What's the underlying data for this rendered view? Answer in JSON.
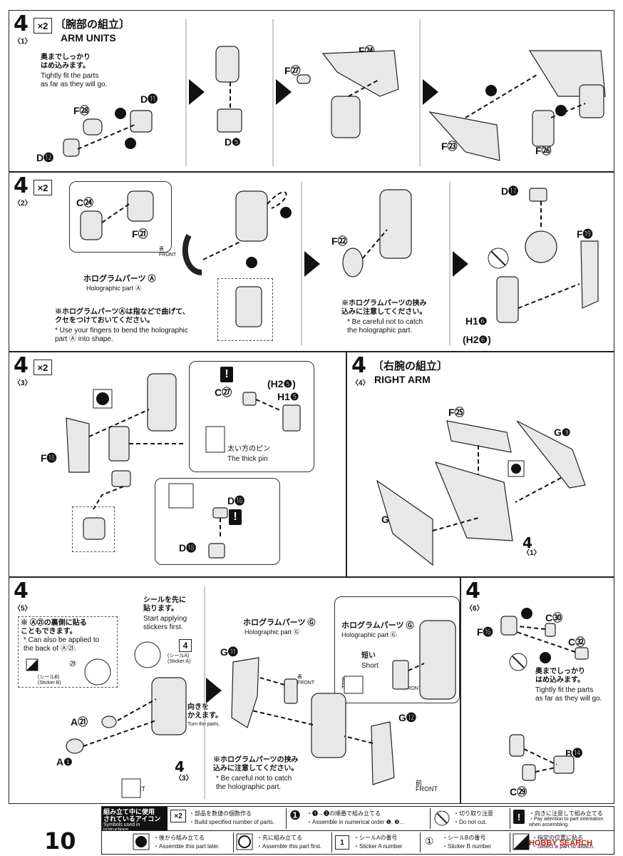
{
  "s1": {
    "num": "4",
    "sub": "〈1〉",
    "qty": "×2",
    "title_jp": "〔腕部の組立〕",
    "title_en": "ARM UNITS",
    "note_jp": "奥までしっかり\nはめ込みます。",
    "note_en": "Tightly fit the parts\nas far as they will go.",
    "labels": {
      "d11": "D⓫",
      "f28": "F㉘",
      "d12": "D⓬",
      "d5": "D❺",
      "f27": "F㉗",
      "f24": "F㉔",
      "f23": "F㉓",
      "f26": "F㉖"
    }
  },
  "s2": {
    "num": "4",
    "sub": "〈2〉",
    "qty": "×2",
    "labels": {
      "c24": "C㉔",
      "f21": "F㉑",
      "f22": "F㉒",
      "d17": "D⓱",
      "f19": "F⓳",
      "h1": "H1❻",
      "h2": "(H2❻)"
    },
    "front": "表\nFRONT",
    "holo_jp": "ホログラムパーツ Ⓐ",
    "holo_en": "Holographic part Ⓐ",
    "note1_jp": "※ホログラムパーツⒶは指などで曲げて、\nクセをつけておいてください。",
    "note1_en": "* Use your fingers to bend the holographic\npart Ⓐ into shape.",
    "note2_jp": "※ホログラムパーツの挟み\n込みに注意してください。",
    "note2_en": "* Be careful not to catch\nthe holographic part."
  },
  "s3": {
    "num": "4",
    "sub": "〈3〉",
    "qty": "×2",
    "labels": {
      "f18": "F⓲",
      "c27": "C㉗",
      "h2": "(H2❺)",
      "h1": "H1❺",
      "d16": "D⓰",
      "d18": "D⓲"
    },
    "pin_jp": "太い方のピン",
    "pin_en": "The thick pin"
  },
  "s4": {
    "num": "4",
    "sub": "〈4〉",
    "title_jp": "〔右腕の組立〕",
    "title_en": "RIGHT ARM",
    "labels": {
      "f25": "F㉕",
      "g3": "G❸",
      "g4": "G❹"
    },
    "ref_num": "4",
    "ref_sub": "〈1〉"
  },
  "s5": {
    "num": "4",
    "sub": "〈5〉",
    "note_jp": "※ Ⓐ㉑の裏側に貼る\nこともできます。",
    "note_en": "* Can also be applied to\nthe back of Ⓐ㉑.",
    "sticker_b": "(シールB)\n(Sticker B)",
    "sticker_b_num": "㉙",
    "sticker_first_jp": "シールを先に\n貼ります。",
    "sticker_first_en": "Start applying\nstickers first.",
    "sticker_a": "(シールA)\n(Sticker A)",
    "sticker_a_num": "4",
    "turn_jp": "向きを\nかえます。",
    "turn_en": "Turn the parts.",
    "labels": {
      "a21": "A㉑",
      "a1": "A❶",
      "g11": "G⓫",
      "g12": "G⓬"
    },
    "ref_num": "4",
    "ref_sub": "〈3〉",
    "front": "前\nFRONT",
    "holo_jp": "ホログラムパーツ Ⓖ",
    "holo_en": "Holographic part Ⓖ",
    "short_jp": "短い",
    "short_en": "Short",
    "front_table": "表\nFRONT",
    "note_catch_jp": "※ホログラムパーツの挟み\n込みに注意してください。",
    "note_catch_en": "* Be careful not to catch\nthe holographic part."
  },
  "s6": {
    "num": "4",
    "sub": "〈6〉",
    "labels": {
      "f16": "F⓰",
      "c30": "C㉚",
      "c32": "C㉜",
      "b14": "B⓮",
      "c29": "C㉙"
    },
    "note_jp": "奥までしっかり\nはめ込みます。",
    "note_en": "Tightly fit the parts\nas far as they will go."
  },
  "legend": {
    "title_jp": "組み立て中に使用\nされているアイコン",
    "title_en": "Symbols used in instructions",
    "items": [
      {
        "icon": "×2",
        "jp": "・部品を数値の個数作る",
        "en": "・Build specified number of parts."
      },
      {
        "icon": "❶",
        "jp": "・❶→❷の順番で組み立てる",
        "en": "・Assemble in numerical order ❶, ❷..."
      },
      {
        "icon": "cut",
        "jp": "・切り取り注意",
        "en": "・Do not cut."
      },
      {
        "icon": "!",
        "jp": "・向きに注意して組み立てる",
        "en": "・Pay attention to part orientation when assembling."
      },
      {
        "icon": "later",
        "jp": "・後から組み立てる",
        "en": "・Assemble this part later."
      },
      {
        "icon": "first",
        "jp": "・先に組み立てる",
        "en": "・Assemble this part first."
      },
      {
        "icon": "1",
        "jp": "・シールAの番号",
        "en": "・Sticker A number"
      },
      {
        "icon": "①",
        "jp": "・シールBの番号",
        "en": "・Sticker B number"
      },
      {
        "icon": "attach",
        "jp": "・指定の位置に貼る",
        "en": "・Select a part to attach."
      }
    ]
  },
  "page_number": "10",
  "watermark": "HOBBY SEARCH"
}
